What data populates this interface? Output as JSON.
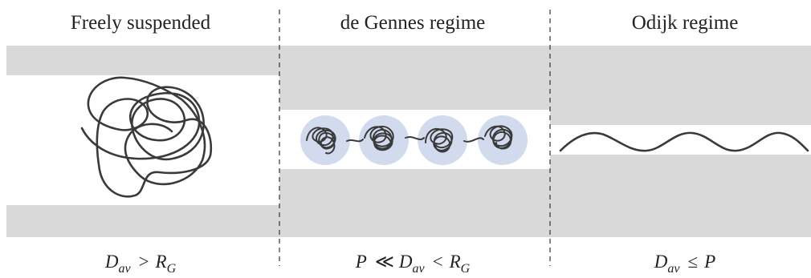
{
  "panels": [
    {
      "title": "Freely suspended",
      "condition": {
        "lhs": "D",
        "lhs_sub": "av",
        "op": ">",
        "rhs": "R",
        "rhs_sub": "G"
      }
    },
    {
      "title": "de Gennes regime",
      "condition": {
        "lhs": "P",
        "op1": "≪",
        "mid": "D",
        "mid_sub": "av",
        "op2": "<",
        "rhs": "R",
        "rhs_sub": "G"
      }
    },
    {
      "title": "Odijk regime",
      "condition": {
        "lhs": "D",
        "lhs_sub": "av",
        "op": "≤",
        "rhs": "P"
      }
    }
  ],
  "colors": {
    "wall": "#d9d9d9",
    "blob": "#c9d5ea",
    "chain": "#3a3a3a"
  }
}
